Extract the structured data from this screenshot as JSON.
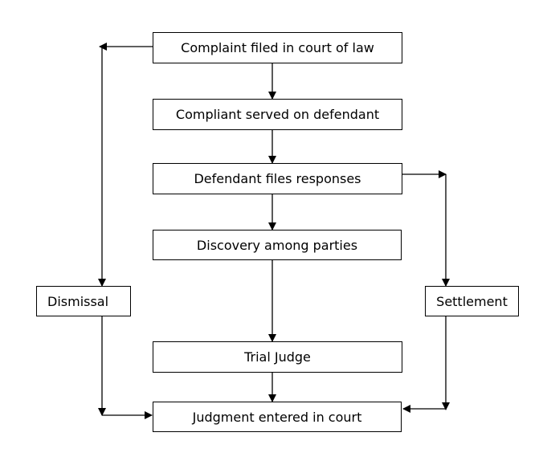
{
  "diagram": {
    "type": "flowchart",
    "nodes": [
      {
        "id": "complaint-filed",
        "label": "Complaint filed in court of law"
      },
      {
        "id": "complaint-served",
        "label": "Compliant served on defendant"
      },
      {
        "id": "defendant-responses",
        "label": "Defendant files responses"
      },
      {
        "id": "discovery",
        "label": "Discovery among parties"
      },
      {
        "id": "trial-judge",
        "label": "Trial Judge"
      },
      {
        "id": "judgment",
        "label": "Judgment entered in court"
      },
      {
        "id": "dismissal",
        "label": "Dismissal"
      },
      {
        "id": "settlement",
        "label": "Settlement"
      }
    ],
    "edges": [
      {
        "from": "complaint-filed",
        "to": "complaint-served"
      },
      {
        "from": "complaint-served",
        "to": "defendant-responses"
      },
      {
        "from": "defendant-responses",
        "to": "discovery"
      },
      {
        "from": "discovery",
        "to": "trial-judge"
      },
      {
        "from": "trial-judge",
        "to": "judgment"
      },
      {
        "from": "complaint-filed",
        "to": "dismissal"
      },
      {
        "from": "dismissal",
        "to": "judgment"
      },
      {
        "from": "defendant-responses",
        "to": "settlement"
      },
      {
        "from": "settlement",
        "to": "judgment"
      }
    ],
    "colors": {
      "stroke": "#000000",
      "fill": "#ffffff",
      "text": "#000000"
    }
  }
}
